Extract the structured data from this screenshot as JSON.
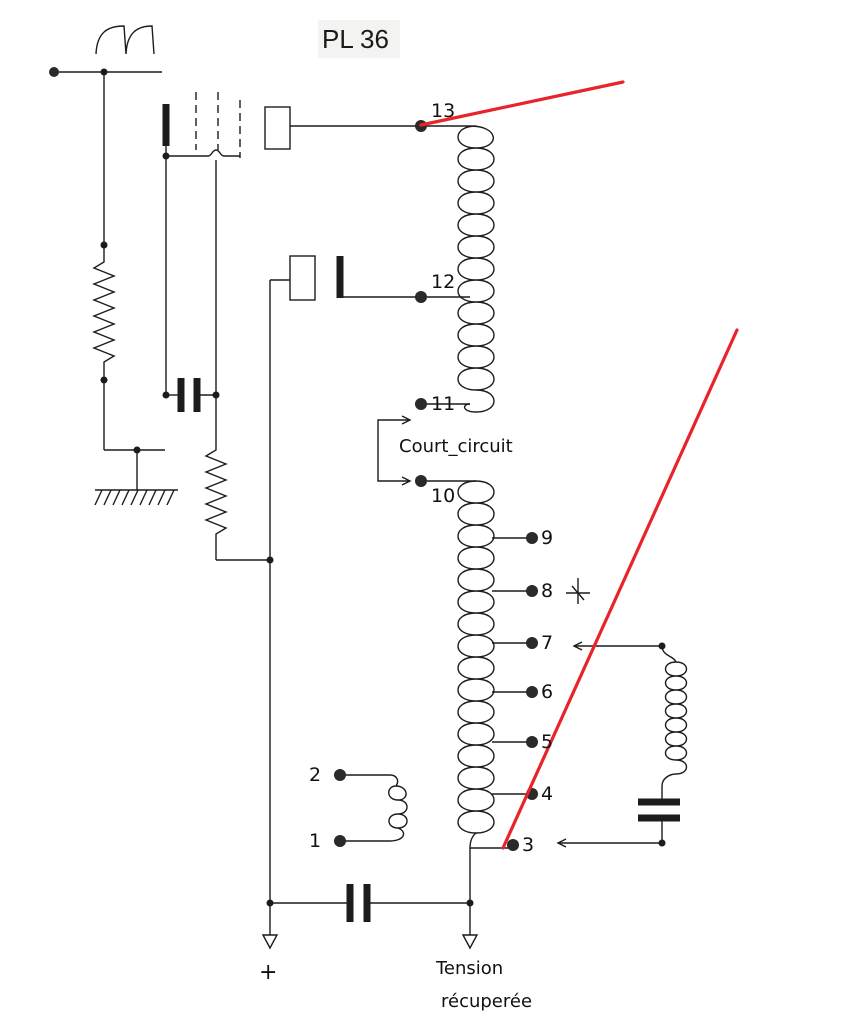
{
  "title": "PL 36",
  "terminals": {
    "t13": "13",
    "t12": "12",
    "t11": "11",
    "t10": "10",
    "t9": "9",
    "t8": "8",
    "t7": "7",
    "t6": "6",
    "t5": "5",
    "t4": "4",
    "t3": "3",
    "t2": "2",
    "t1": "1"
  },
  "labels": {
    "short_circuit": "Court_circuit",
    "plus": "+",
    "tension_line1": "Tension",
    "tension_line2": "récuperée"
  },
  "colors": {
    "ink": "#1c1c1c",
    "annotation_red": "#e8232a"
  }
}
